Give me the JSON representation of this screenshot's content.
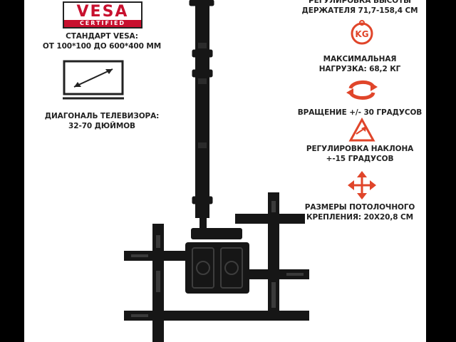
{
  "vesa": {
    "logo_word": "VESA",
    "logo_sub": "CERTIFIED",
    "line1": "СТАНДАРТ VESA:",
    "line2": "ОТ 100*100 ДО 600*400 ММ"
  },
  "diagonal": {
    "line1": "ДИАГОНАЛЬ ТЕЛЕВИЗОРА:",
    "line2": "32-70 ДЮЙМОВ"
  },
  "length": {
    "line1": "РЕГУЛИРОВКА ВЫСОТЫ",
    "line2": "ДЕРЖАТЕЛЯ 71,7-158,4 СМ"
  },
  "load": {
    "icon_label": "KG",
    "line1": "МАКСИМАЛЬНАЯ",
    "line2": "НАГРУЗКА: 68,2 КГ"
  },
  "rotation": {
    "line1": "ВРАЩЕНИЕ +/- 30 ГРАДУСОВ"
  },
  "tilt": {
    "line1": "РЕГУЛИРОВКА НАКЛОНА",
    "line2": "+-15 ГРАДУСОВ"
  },
  "ceiling": {
    "line1": "РАЗМЕРЫ ПОТОЛОЧНОГО",
    "line2": "КРЕПЛЕНИЯ: 20Х20,8 СМ"
  },
  "colors": {
    "accent": "#e0452a",
    "text": "#222222",
    "product": "#161616"
  },
  "icons": [
    "weight-kg-icon",
    "rotation-arrows-icon",
    "tilt-triangle-icon",
    "four-way-arrows-icon",
    "tv-diagonal-icon"
  ]
}
